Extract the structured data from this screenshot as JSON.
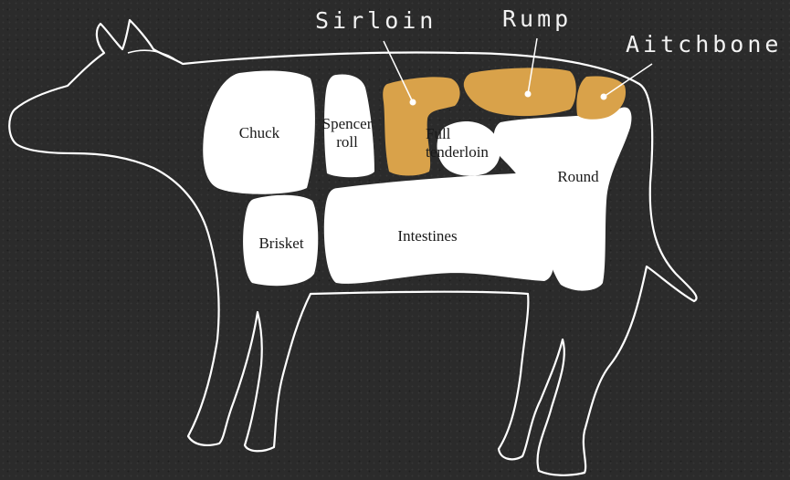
{
  "colors": {
    "background": "#2b2b2b",
    "outline": "#ffffff",
    "cut": "#ffffff",
    "highlight": "#d9a24a"
  },
  "cuts": {
    "chuck": "Chuck",
    "spencer_roll": "Spencer\nroll",
    "full_tenderloin": "Full\ntenderloin",
    "round": "Round",
    "brisket": "Brisket",
    "intestines": "Intestines"
  },
  "callouts": {
    "sirloin": "Sirloin",
    "rump": "Rump",
    "aitchbone": "Aitchbone"
  }
}
